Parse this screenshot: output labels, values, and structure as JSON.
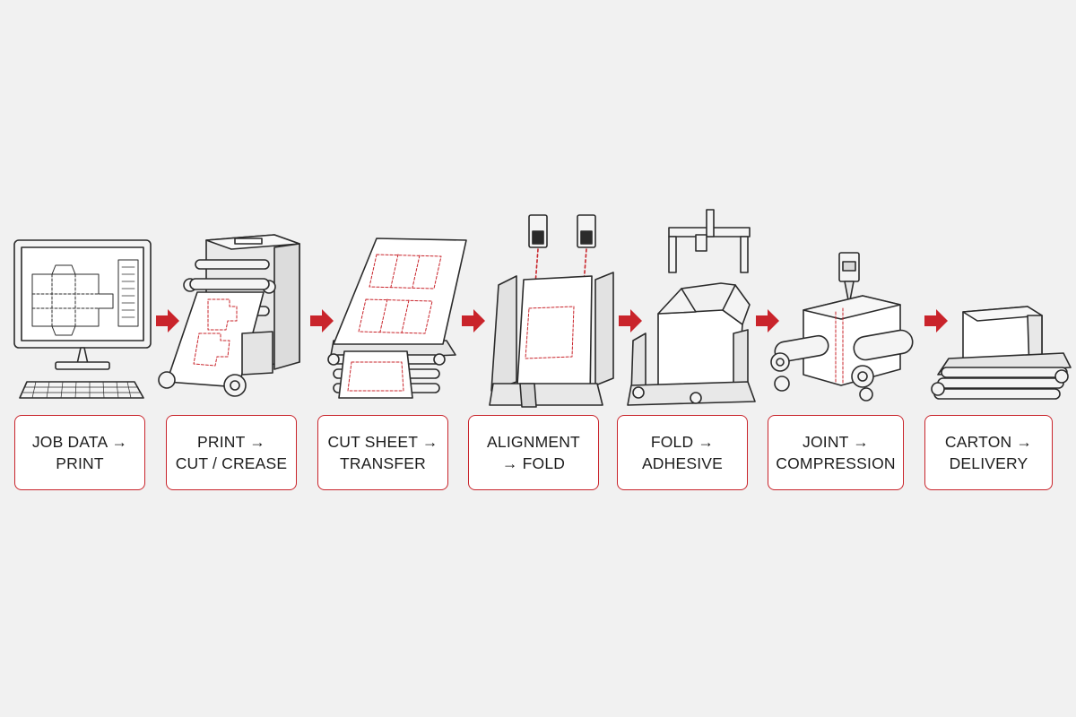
{
  "colors": {
    "accent": "#c9242b",
    "line": "#2b2b2b",
    "machine_fill": "#f4f4f4",
    "background": "#f1f1f1"
  },
  "stages": [
    {
      "id": "job-data",
      "label": "JOB DATA →\nPRINT",
      "icon": "computer-monitor-icon"
    },
    {
      "id": "print",
      "label": "PRINT →\nCUT / CREASE",
      "icon": "printing-press-icon"
    },
    {
      "id": "cut-sheet",
      "label": "CUT SHEET →\nTRANSFER",
      "icon": "sheet-transfer-conveyor-icon"
    },
    {
      "id": "alignment",
      "label": "ALIGNMENT\n→ FOLD",
      "icon": "alignment-sensors-icon"
    },
    {
      "id": "fold",
      "label": "FOLD →\nADHESIVE",
      "icon": "folding-frame-icon"
    },
    {
      "id": "joint",
      "label": "JOINT →\nCOMPRESSION",
      "icon": "glue-compression-rollers-icon"
    },
    {
      "id": "carton",
      "label": "CARTON →\nDELIVERY",
      "icon": "delivery-conveyor-icon"
    }
  ],
  "arrows": [
    {
      "from": "job-data",
      "to": "print",
      "icon": "flow-arrow-icon"
    },
    {
      "from": "print",
      "to": "cut-sheet",
      "icon": "flow-arrow-icon"
    },
    {
      "from": "cut-sheet",
      "to": "alignment",
      "icon": "flow-arrow-icon"
    },
    {
      "from": "alignment",
      "to": "fold",
      "icon": "flow-arrow-icon"
    },
    {
      "from": "fold",
      "to": "joint",
      "icon": "flow-arrow-icon"
    },
    {
      "from": "joint",
      "to": "carton",
      "icon": "flow-arrow-icon"
    }
  ]
}
